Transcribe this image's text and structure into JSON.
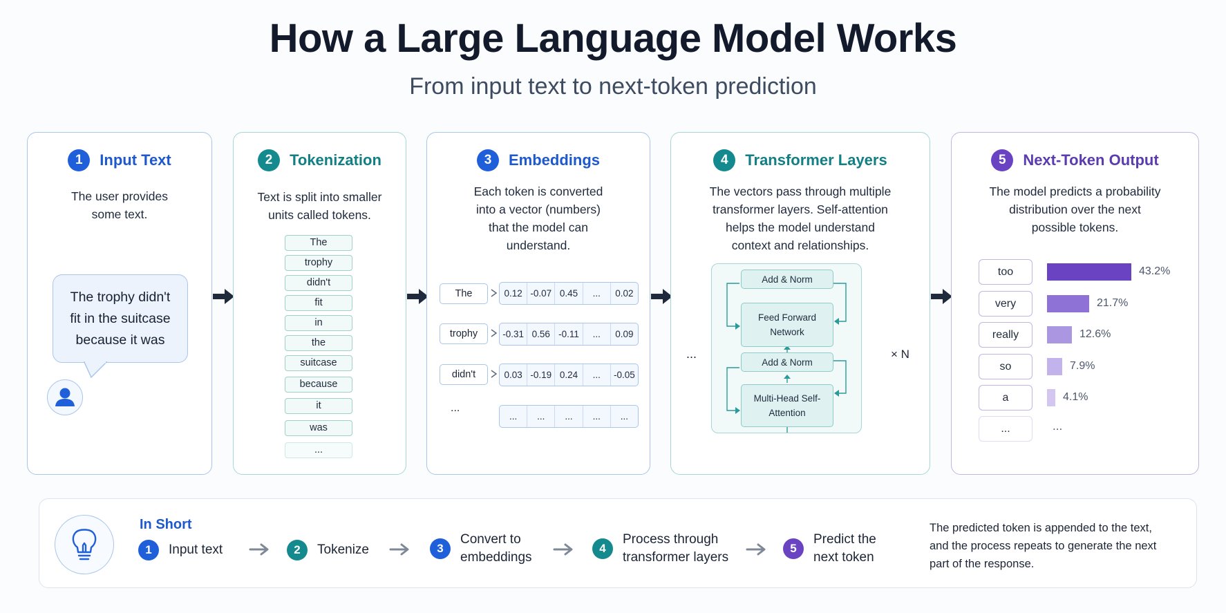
{
  "header": {
    "title": "How a Large Language Model Works",
    "subtitle": "From input text to next-token prediction"
  },
  "colors": {
    "blue": "#1f5fd9",
    "teal": "#148a8e",
    "purple": "#6a43c2",
    "arrow": "#1f2a3c"
  },
  "panels": [
    {
      "number": "1",
      "title": "Input Text",
      "description": [
        "The user provides",
        "some text."
      ],
      "bubble_text": [
        "The trophy didn't",
        "fit in the suitcase",
        "because it was"
      ],
      "avatar_icon": "user-icon"
    },
    {
      "number": "2",
      "title": "Tokenization",
      "description": [
        "Text is split into smaller",
        "units called tokens."
      ],
      "tokens": [
        "The",
        "trophy",
        "didn't",
        "fit",
        "in",
        "the",
        "suitcase",
        "because",
        "it",
        "was",
        "..."
      ]
    },
    {
      "number": "3",
      "title": "Embeddings",
      "description": [
        "Each token is converted",
        "into a vector (numbers)",
        "that the model can",
        "understand."
      ],
      "rows": [
        {
          "token": "The",
          "vector": [
            "0.12",
            "-0.07",
            "0.45",
            "...",
            "0.02"
          ]
        },
        {
          "token": "trophy",
          "vector": [
            "-0.31",
            "0.56",
            "-0.11",
            "...",
            "0.09"
          ]
        },
        {
          "token": "didn't",
          "vector": [
            "0.03",
            "-0.19",
            "0.24",
            "...",
            "-0.05"
          ]
        },
        {
          "token": "...",
          "vector": [
            "...",
            "...",
            "...",
            "...",
            "..."
          ]
        }
      ]
    },
    {
      "number": "4",
      "title": "Transformer Layers",
      "description": [
        "The vectors pass through multiple",
        "transformer layers. Self-attention",
        "helps the model understand",
        "context and relationships."
      ],
      "blocks": [
        "Add & Norm",
        "Feed Forward Network",
        "Add & Norm",
        "Multi-Head Self-Attention"
      ],
      "left_ellipsis": "...",
      "repeat_label": "× N"
    },
    {
      "number": "5",
      "title": "Next-Token Output",
      "description": [
        "The model predicts a probability",
        "distribution over the next",
        "possible tokens."
      ],
      "predictions": [
        {
          "token": "too",
          "pct": "43.2%",
          "value": 43.2,
          "color": "#6a43c2"
        },
        {
          "token": "very",
          "pct": "21.7%",
          "value": 21.7,
          "color": "#8f72d6"
        },
        {
          "token": "really",
          "pct": "12.6%",
          "value": 12.6,
          "color": "#ab96e2"
        },
        {
          "token": "so",
          "pct": "7.9%",
          "value": 7.9,
          "color": "#c3b3ec"
        },
        {
          "token": "a",
          "pct": "4.1%",
          "value": 4.1,
          "color": "#d3c6f1"
        }
      ],
      "more_token": "...",
      "more_pct": "..."
    }
  ],
  "summary": {
    "icon": "lightbulb-icon",
    "title": "In Short",
    "steps": [
      {
        "number": "1",
        "text": [
          "Input text"
        ]
      },
      {
        "number": "2",
        "text": [
          "Tokenize"
        ]
      },
      {
        "number": "3",
        "text": [
          "Convert to",
          "embeddings"
        ]
      },
      {
        "number": "4",
        "text": [
          "Process through",
          "transformer layers"
        ]
      },
      {
        "number": "5",
        "text": [
          "Predict the",
          "next token"
        ]
      }
    ],
    "note": [
      "The predicted token is appended to the text,",
      "and the process repeats to generate the next",
      "part of the response."
    ]
  }
}
